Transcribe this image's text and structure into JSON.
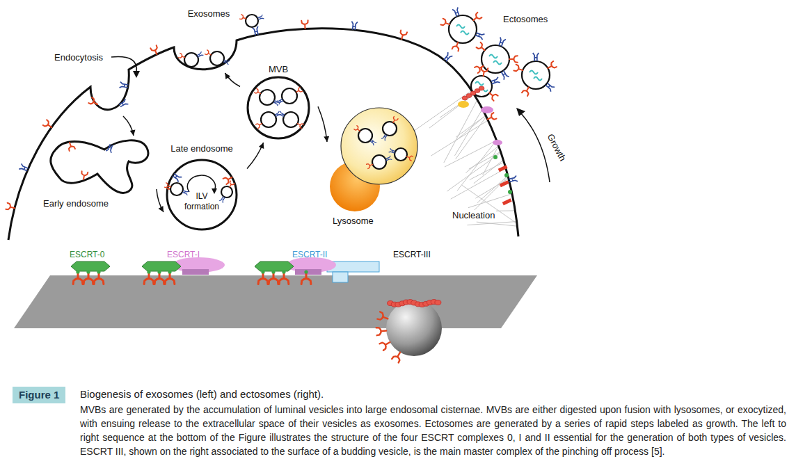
{
  "diagram": {
    "title": "Biogenesis of exosomes (left) and ectosomes (right).",
    "caption": "MVBs are generated by the accumulation of luminal vesicles into large endosomal cisternae. MVBs are either digested upon fusion with lysosomes, or exocytized, with ensuing release to the extracellular space of their vesicles as exosomes. Ectosomes are generated by a series of rapid steps labeled as growth. The left to right sequence at the bottom of the Figure illustrates the structure of the four ESCRT complexes 0, I and II essential for the generation of both types of vesicles. ESCRT III, shown on the right associated to the surface of a budding vesicle, is the main master complex of the pinching off process [5].",
    "nodes": [
      {
        "text": [
          "Exosomes"
        ]
      },
      {
        "text": [
          "Endocytosis"
        ]
      },
      {
        "text": [
          "Early endosome"
        ]
      },
      {
        "text": [
          "Late endosome",
          "ILV formation"
        ]
      },
      {
        "text": [
          "MVB"
        ]
      },
      {
        "text": [
          "Lysosome"
        ]
      },
      {
        "text": [
          "Ectosomes"
        ]
      }
    ],
    "edges": [
      {
        "from": 1,
        "to": 2,
        "arrow": "to"
      },
      {
        "from": 2,
        "to": 3,
        "arrow": "to"
      },
      {
        "from": 3,
        "to": 4,
        "arrow": "to"
      },
      {
        "from": 4,
        "to": 0,
        "arrow": "to"
      },
      {
        "from": 4,
        "to": 5,
        "arrow": "to"
      }
    ],
    "labels": [
      "Nucleation",
      "Growth",
      "ESCRT-0",
      "ESCRT-I",
      "ESCRT-II",
      "ESCRT-III",
      "Figure 1"
    ]
  }
}
